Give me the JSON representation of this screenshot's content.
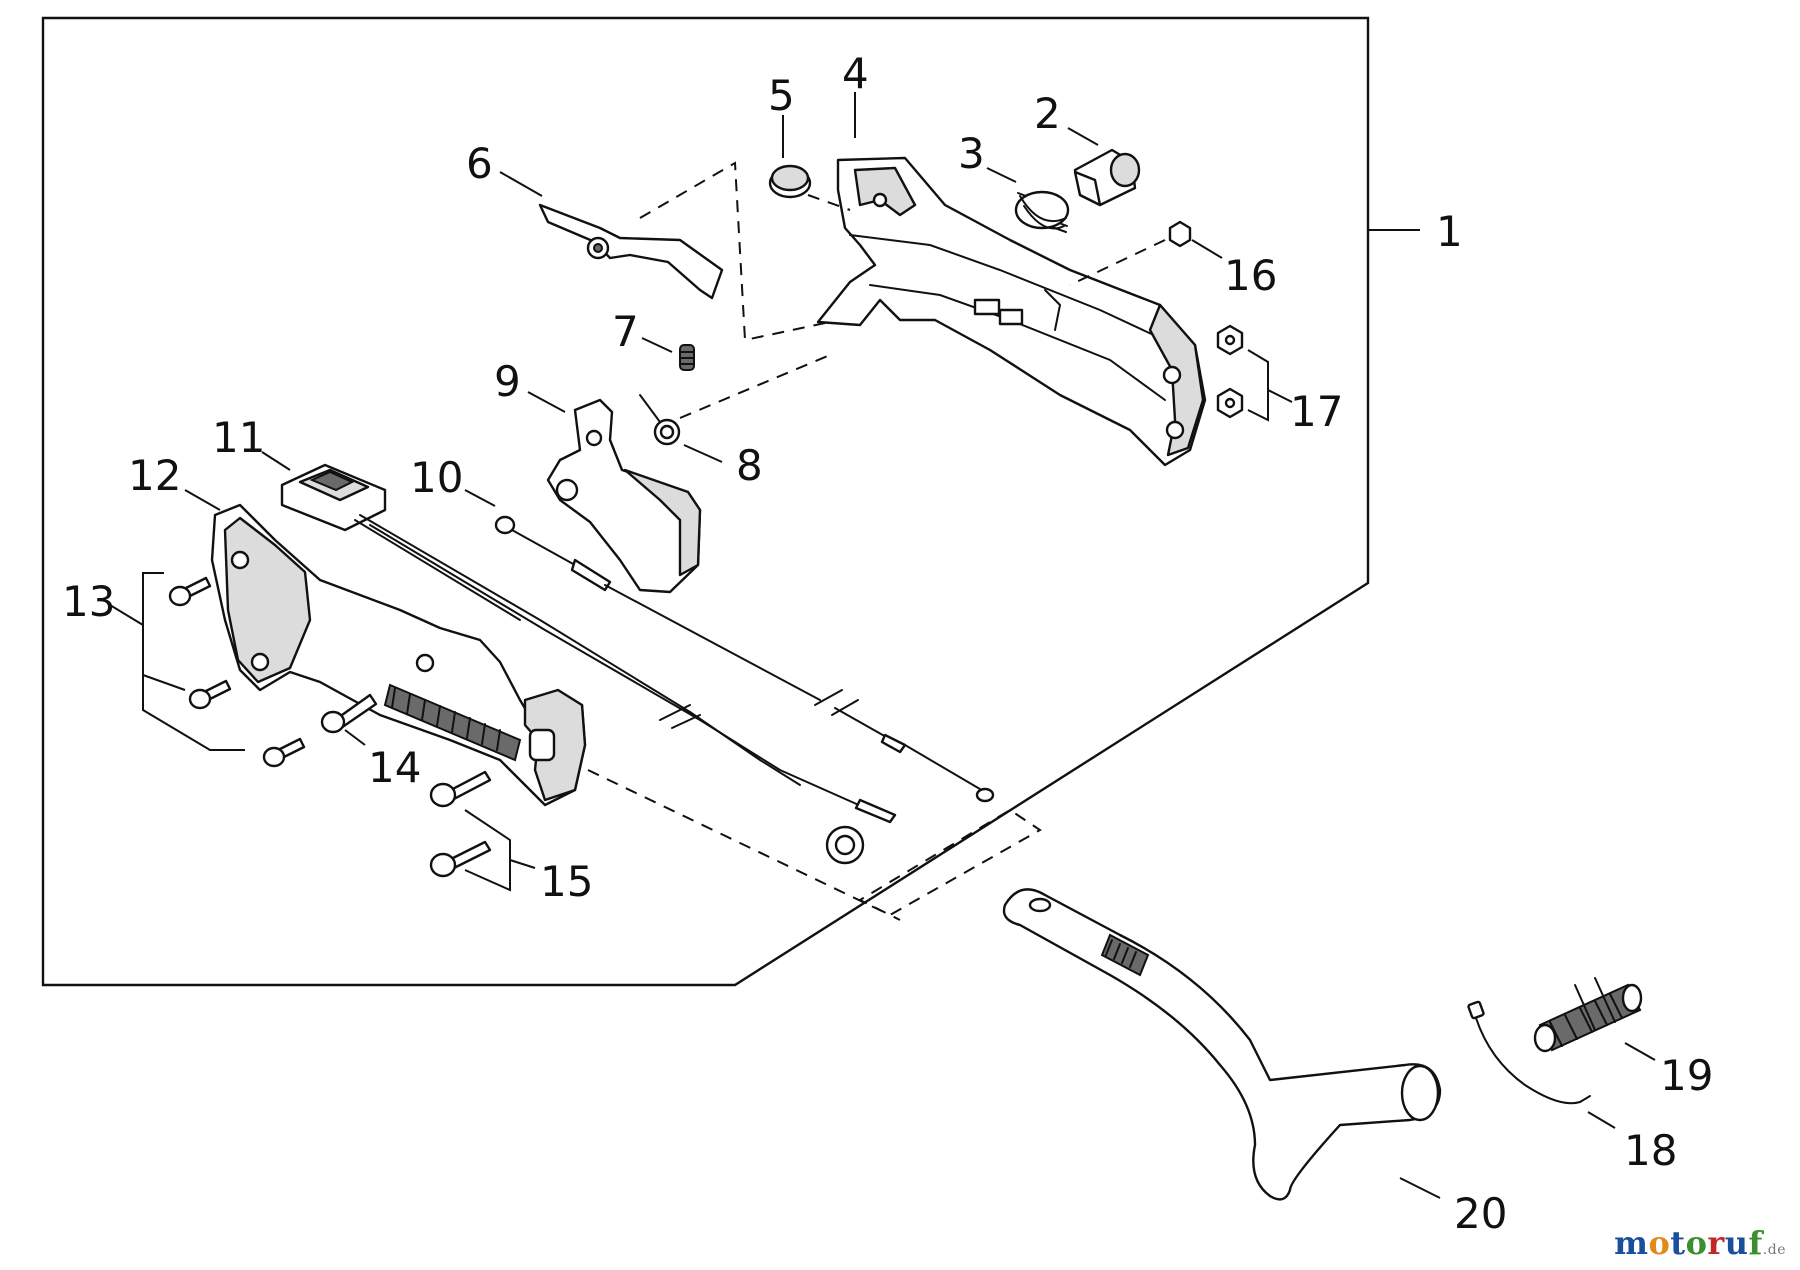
{
  "callouts": [
    "1",
    "2",
    "3",
    "4",
    "5",
    "6",
    "7",
    "8",
    "9",
    "10",
    "11",
    "12",
    "13",
    "14",
    "15",
    "16",
    "17",
    "18",
    "19",
    "20"
  ],
  "watermark": {
    "letters": [
      "m",
      "o",
      "t",
      "o",
      "r",
      "u",
      "f"
    ],
    "letter_colors": [
      "#1a4f9c",
      "#e08a1c",
      "#1a4f9c",
      "#3a8f2e",
      "#c22727",
      "#1a4f9c",
      "#3a8f2e"
    ],
    "suffix": ".de"
  }
}
